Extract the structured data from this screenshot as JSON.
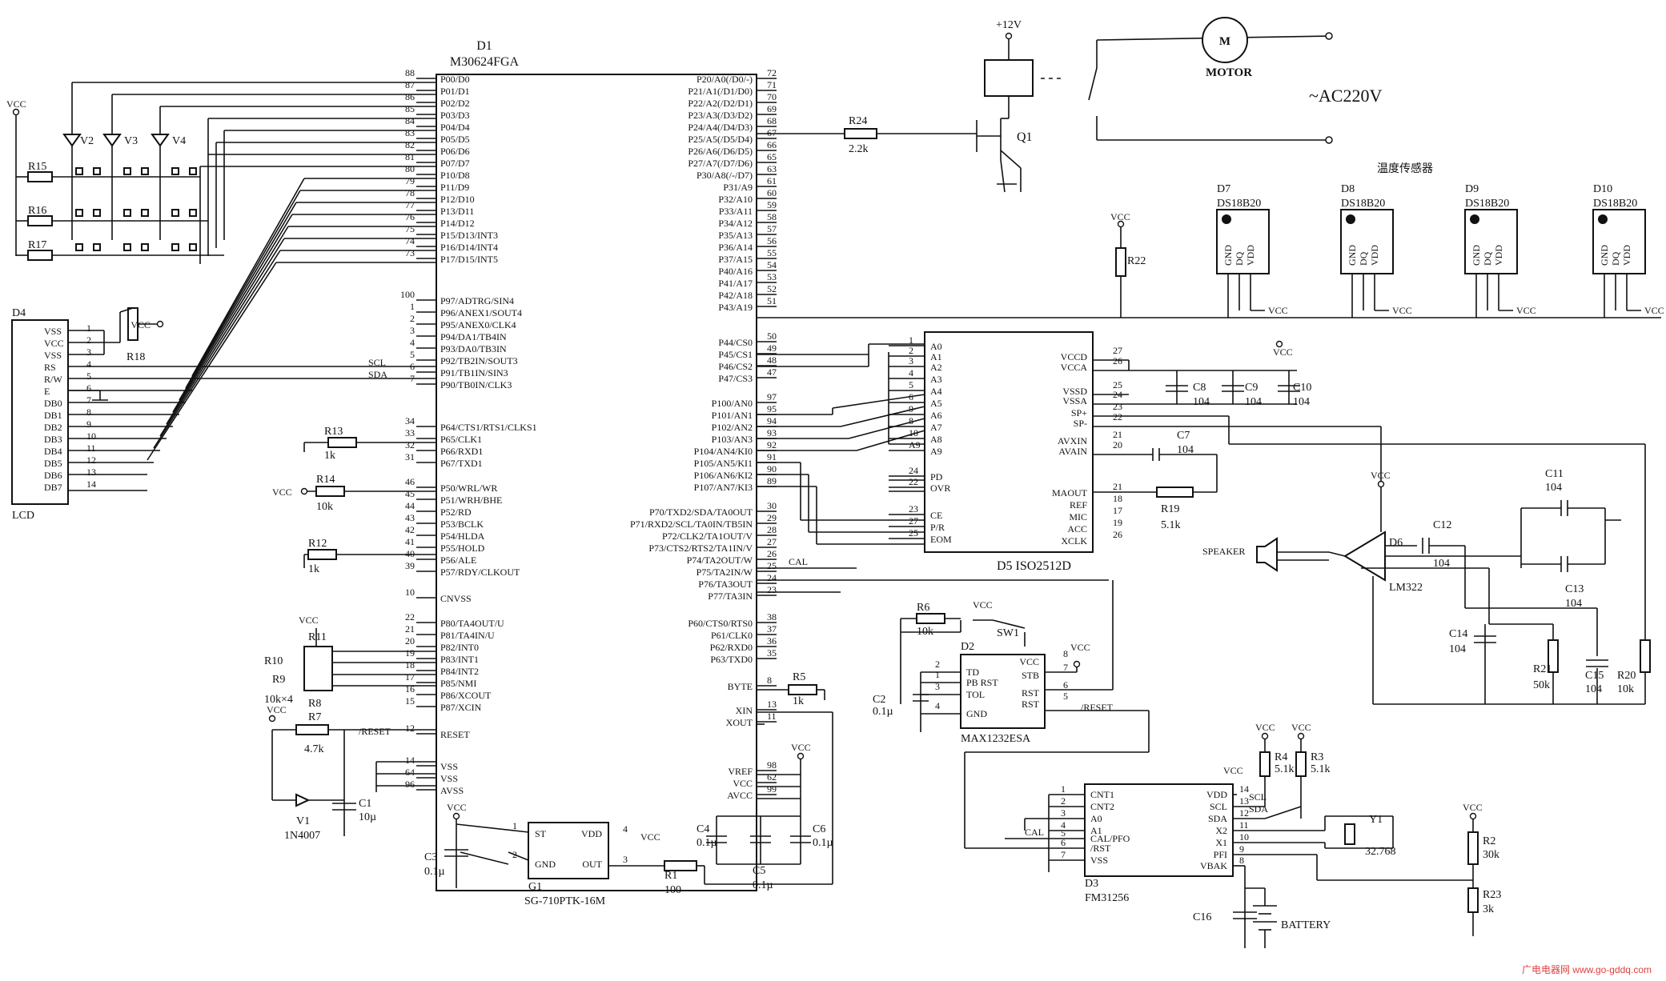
{
  "d1": {
    "ref": "D1",
    "part": "M30624FGA",
    "left_pins": [
      {
        "num": "88",
        "name": "P00/D0"
      },
      {
        "num": "87",
        "name": "P01/D1"
      },
      {
        "num": "86",
        "name": "P02/D2"
      },
      {
        "num": "85",
        "name": "P03/D3"
      },
      {
        "num": "84",
        "name": "P04/D4"
      },
      {
        "num": "83",
        "name": "P05/D5"
      },
      {
        "num": "82",
        "name": "P06/D6"
      },
      {
        "num": "81",
        "name": "P07/D7"
      },
      {
        "num": "80",
        "name": "P10/D8"
      },
      {
        "num": "79",
        "name": "P11/D9"
      },
      {
        "num": "78",
        "name": "P12/D10"
      },
      {
        "num": "77",
        "name": "P13/D11"
      },
      {
        "num": "76",
        "name": "P14/D12"
      },
      {
        "num": "75",
        "name": "P15/D13/INT3"
      },
      {
        "num": "74",
        "name": "P16/D14/INT4"
      },
      {
        "num": "73",
        "name": "P17/D15/INT5"
      },
      {
        "num": "100",
        "name": "P97/ADTRG/SIN4"
      },
      {
        "num": "1",
        "name": "P96/ANEX1/SOUT4"
      },
      {
        "num": "2",
        "name": "P95/ANEX0/CLK4"
      },
      {
        "num": "3",
        "name": "P94/DA1/TB4IN"
      },
      {
        "num": "4",
        "name": "P93/DA0/TB3IN"
      },
      {
        "num": "5",
        "name": "P92/TB2IN/SOUT3"
      },
      {
        "num": "6",
        "name": "P91/TB1IN/SIN3"
      },
      {
        "num": "7",
        "name": "P90/TB0IN/CLK3"
      },
      {
        "num": "34",
        "name": "P64/CTS1/RTS1/CLKS1"
      },
      {
        "num": "33",
        "name": "P65/CLK1"
      },
      {
        "num": "32",
        "name": "P66/RXD1"
      },
      {
        "num": "31",
        "name": "P67/TXD1"
      },
      {
        "num": "46",
        "name": "P50/WRL/WR"
      },
      {
        "num": "45",
        "name": "P51/WRH/BHE"
      },
      {
        "num": "44",
        "name": "P52/RD"
      },
      {
        "num": "43",
        "name": "P53/BCLK"
      },
      {
        "num": "42",
        "name": "P54/HLDA"
      },
      {
        "num": "41",
        "name": "P55/HOLD"
      },
      {
        "num": "40",
        "name": "P56/ALE"
      },
      {
        "num": "39",
        "name": "P57/RDY/CLKOUT"
      },
      {
        "num": "10",
        "name": "CNVSS"
      },
      {
        "num": "22",
        "name": "P80/TA4OUT/U"
      },
      {
        "num": "21",
        "name": "P81/TA4IN/U"
      },
      {
        "num": "20",
        "name": "P82/INT0"
      },
      {
        "num": "19",
        "name": "P83/INT1"
      },
      {
        "num": "18",
        "name": "P84/INT2"
      },
      {
        "num": "17",
        "name": "P85/NMI"
      },
      {
        "num": "16",
        "name": "P86/XCOUT"
      },
      {
        "num": "15",
        "name": "P87/XCIN"
      },
      {
        "num": "12",
        "name": "RESET"
      },
      {
        "num": "14",
        "name": "VSS"
      },
      {
        "num": "64",
        "name": "VSS"
      },
      {
        "num": "96",
        "name": "AVSS"
      }
    ],
    "right_pins": [
      {
        "num": "72",
        "name": "P20/A0(/D0/-)"
      },
      {
        "num": "71",
        "name": "P21/A1(/D1/D0)"
      },
      {
        "num": "70",
        "name": "P22/A2(/D2/D1)"
      },
      {
        "num": "69",
        "name": "P23/A3(/D3/D2)"
      },
      {
        "num": "68",
        "name": "P24/A4(/D4/D3)"
      },
      {
        "num": "67",
        "name": "P25/A5(/D5/D4)"
      },
      {
        "num": "66",
        "name": "P26/A6(/D6/D5)"
      },
      {
        "num": "65",
        "name": "P27/A7(/D7/D6)"
      },
      {
        "num": "63",
        "name": "P30/A8(/-/D7)"
      },
      {
        "num": "61",
        "name": "P31/A9"
      },
      {
        "num": "60",
        "name": "P32/A10"
      },
      {
        "num": "59",
        "name": "P33/A11"
      },
      {
        "num": "58",
        "name": "P34/A12"
      },
      {
        "num": "57",
        "name": "P35/A13"
      },
      {
        "num": "56",
        "name": "P36/A14"
      },
      {
        "num": "55",
        "name": "P37/A15"
      },
      {
        "num": "54",
        "name": "P40/A16"
      },
      {
        "num": "53",
        "name": "P41/A17"
      },
      {
        "num": "52",
        "name": "P42/A18"
      },
      {
        "num": "51",
        "name": "P43/A19"
      },
      {
        "num": "50",
        "name": "P44/CS0"
      },
      {
        "num": "49",
        "name": "P45/CS1"
      },
      {
        "num": "48",
        "name": "P46/CS2"
      },
      {
        "num": "47",
        "name": "P47/CS3"
      },
      {
        "num": "97",
        "name": "P100/AN0"
      },
      {
        "num": "95",
        "name": "P101/AN1"
      },
      {
        "num": "94",
        "name": "P102/AN2"
      },
      {
        "num": "93",
        "name": "P103/AN3"
      },
      {
        "num": "92",
        "name": "P104/AN4/KI0"
      },
      {
        "num": "91",
        "name": "P105/AN5/KI1"
      },
      {
        "num": "90",
        "name": "P106/AN6/KI2"
      },
      {
        "num": "89",
        "name": "P107/AN7/KI3"
      },
      {
        "num": "30",
        "name": "P70/TXD2/SDA/TA0OUT"
      },
      {
        "num": "29",
        "name": "P71/RXD2/SCL/TA0IN/TB5IN"
      },
      {
        "num": "28",
        "name": "P72/CLK2/TA1OUT/V"
      },
      {
        "num": "27",
        "name": "P73/CTS2/RTS2/TA1IN/V"
      },
      {
        "num": "26",
        "name": "P74/TA2OUT/W"
      },
      {
        "num": "25",
        "name": "P75/TA2IN/W"
      },
      {
        "num": "24",
        "name": "P76/TA3OUT"
      },
      {
        "num": "23",
        "name": "P77/TA3IN"
      },
      {
        "num": "38",
        "name": "P60/CTS0/RTS0"
      },
      {
        "num": "37",
        "name": "P61/CLK0"
      },
      {
        "num": "36",
        "name": "P62/RXD0"
      },
      {
        "num": "35",
        "name": "P63/TXD0"
      },
      {
        "num": "8",
        "name": "BYTE"
      },
      {
        "num": "13",
        "name": "XIN"
      },
      {
        "num": "11",
        "name": "XOUT"
      },
      {
        "num": "98",
        "name": "VREF"
      },
      {
        "num": "62",
        "name": "VCC"
      },
      {
        "num": "99",
        "name": "AVCC"
      }
    ]
  },
  "d5": {
    "ref": "D5",
    "part": "ISO2512D",
    "left_pins": [
      {
        "num": "1",
        "name": "A0"
      },
      {
        "num": "2",
        "name": "A1"
      },
      {
        "num": "3",
        "name": "A2"
      },
      {
        "num": "4",
        "name": "A3"
      },
      {
        "num": "5",
        "name": "A4"
      },
      {
        "num": "6",
        "name": "A5"
      },
      {
        "num": "9",
        "name": "A6"
      },
      {
        "num": "8",
        "name": "A7"
      },
      {
        "num": "10",
        "name": "A8"
      },
      {
        "num": "A9",
        "name": "A9"
      },
      {
        "num": "24",
        "name": "PD"
      },
      {
        "num": "22",
        "name": "OVR"
      },
      {
        "num": "23",
        "name": "CE"
      },
      {
        "num": "27",
        "name": "P/R"
      },
      {
        "num": "25",
        "name": "EOM"
      }
    ],
    "right_pins": [
      {
        "num": "27",
        "name": "VCCD"
      },
      {
        "num": "26",
        "name": "VCCA"
      },
      {
        "num": "25",
        "name": "VSSD"
      },
      {
        "num": "24",
        "name": "VSSA"
      },
      {
        "num": "23",
        "name": "SP+"
      },
      {
        "num": "22",
        "name": "SP-"
      },
      {
        "num": "21",
        "name": "AVXIN"
      },
      {
        "num": "20",
        "name": "AVAIN"
      },
      {
        "num": "21",
        "name": "MAOUT"
      },
      {
        "num": "18",
        "name": "REF"
      },
      {
        "num": "17",
        "name": "MIC"
      },
      {
        "num": "19",
        "name": "ACC"
      },
      {
        "num": "26",
        "name": "XCLK"
      }
    ]
  },
  "d4": {
    "ref": "D4",
    "label": "LCD",
    "pins": [
      {
        "num": "1",
        "name": "VSS"
      },
      {
        "num": "2",
        "name": "VCC"
      },
      {
        "num": "3",
        "name": "VSS"
      },
      {
        "num": "4",
        "name": "RS"
      },
      {
        "num": "5",
        "name": "R/W"
      },
      {
        "num": "6",
        "name": "E"
      },
      {
        "num": "7",
        "name": "DB0"
      },
      {
        "num": "8",
        "name": "DB1"
      },
      {
        "num": "9",
        "name": "DB2"
      },
      {
        "num": "10",
        "name": "DB3"
      },
      {
        "num": "11",
        "name": "DB4"
      },
      {
        "num": "12",
        "name": "DB5"
      },
      {
        "num": "13",
        "name": "DB6"
      },
      {
        "num": "14",
        "name": "DB7"
      }
    ]
  },
  "d2": {
    "ref": "D2",
    "part": "MAX1232ESA",
    "left_pins": [
      {
        "num": "2",
        "name": "TD"
      },
      {
        "num": "1",
        "name": "PB RST"
      },
      {
        "num": "3",
        "name": "TOL"
      },
      {
        "num": "4",
        "name": "GND"
      }
    ],
    "right_pins": [
      {
        "num": "8",
        "name": "VCC"
      },
      {
        "num": "7",
        "name": "STB"
      },
      {
        "num": "6",
        "name": "RST"
      },
      {
        "num": "5",
        "name": "RST"
      }
    ]
  },
  "d3": {
    "ref": "D3",
    "part": "FM31256",
    "left_pins": [
      {
        "num": "1",
        "name": "CNT1"
      },
      {
        "num": "2",
        "name": "CNT2"
      },
      {
        "num": "3",
        "name": "A0"
      },
      {
        "num": "4",
        "name": "A1"
      },
      {
        "num": "5",
        "name": "CAL/PFO"
      },
      {
        "num": "6",
        "name": "/RST"
      },
      {
        "num": "7",
        "name": "VSS"
      }
    ],
    "right_pins": [
      {
        "num": "14",
        "name": "VDD"
      },
      {
        "num": "13",
        "name": "SCL"
      },
      {
        "num": "12",
        "name": "SDA"
      },
      {
        "num": "11",
        "name": "X2"
      },
      {
        "num": "10",
        "name": "X1"
      },
      {
        "num": "9",
        "name": "PFI"
      },
      {
        "num": "8",
        "name": "VBAK"
      }
    ]
  },
  "g1": {
    "ref": "G1",
    "part": "SG-710PTK-16M",
    "pins": [
      {
        "num": "1",
        "name": "ST"
      },
      {
        "num": "2",
        "name": "GND"
      },
      {
        "num": "4",
        "name": "VDD"
      },
      {
        "num": "3",
        "name": "OUT"
      }
    ]
  },
  "sensors": {
    "title": "温度传感器",
    "items": [
      {
        "ref": "D7",
        "part": "DS18B20"
      },
      {
        "ref": "D8",
        "part": "DS18B20"
      },
      {
        "ref": "D9",
        "part": "DS18B20"
      },
      {
        "ref": "D10",
        "part": "DS18B20"
      }
    ],
    "pin_names": [
      "GND",
      "DQ",
      "VDD"
    ]
  },
  "d6": {
    "ref": "D6",
    "part": "LM322"
  },
  "motor": {
    "label": "M",
    "name": "MOTOR",
    "supply": "~AC220V",
    "rail": "+12V",
    "transistor": "Q1"
  },
  "labels": {
    "vcc": "VCC",
    "scl": "SCL",
    "sda": "SDA",
    "cal": "CAL",
    "reset": "/RESET",
    "speaker": "SPEAKER",
    "battery": "BATTERY",
    "lcd_net_vcc": "VCC"
  },
  "parts": {
    "R24": {
      "ref": "R24",
      "val": "2.2k"
    },
    "R22": {
      "ref": "R22"
    },
    "R15": {
      "ref": "R15"
    },
    "R16": {
      "ref": "R16"
    },
    "R17": {
      "ref": "R17"
    },
    "R18": {
      "ref": "R18"
    },
    "R13": {
      "ref": "R13",
      "val": "1k"
    },
    "R14": {
      "ref": "R14",
      "val": "10k"
    },
    "R12": {
      "ref": "R12",
      "val": "1k"
    },
    "R11": {
      "ref": "R11"
    },
    "R10": {
      "ref": "R10"
    },
    "R9": {
      "ref": "R9"
    },
    "R8": {
      "ref": "R8"
    },
    "rnet": {
      "val": "10k×4"
    },
    "R7": {
      "ref": "R7",
      "val": "4.7k"
    },
    "V1": {
      "ref": "V1",
      "val": "1N4007"
    },
    "C1": {
      "ref": "C1",
      "val": "10µ"
    },
    "R5": {
      "ref": "R5",
      "val": "1k"
    },
    "R6": {
      "ref": "R6",
      "val": "10k"
    },
    "SW1": {
      "ref": "SW1"
    },
    "C2": {
      "ref": "C2",
      "val": "0.1µ"
    },
    "C3": {
      "ref": "C3",
      "val": "0.1µ"
    },
    "R1": {
      "ref": "R1",
      "val": "100"
    },
    "C4": {
      "ref": "C4",
      "val": "0.1µ"
    },
    "C5": {
      "ref": "C5",
      "val": "0.1µ"
    },
    "C6": {
      "ref": "C6",
      "val": "0.1µ"
    },
    "C7": {
      "ref": "C7",
      "val": "104"
    },
    "C8": {
      "ref": "C8",
      "val": "104"
    },
    "C9": {
      "ref": "C9",
      "val": "104"
    },
    "C10": {
      "ref": "C10",
      "val": "104"
    },
    "R19": {
      "ref": "R19",
      "val": "5.1k"
    },
    "C11": {
      "ref": "C11",
      "val": "104"
    },
    "C12": {
      "ref": "C12",
      "val": "104"
    },
    "C13": {
      "ref": "C13",
      "val": "104"
    },
    "C14": {
      "ref": "C14",
      "val": "104"
    },
    "R21": {
      "ref": "R21",
      "val": "50k"
    },
    "C15": {
      "ref": "C15",
      "val": "104"
    },
    "R20": {
      "ref": "R20",
      "val": "10k"
    },
    "R4": {
      "ref": "R4",
      "val": "5.1k"
    },
    "R3": {
      "ref": "R3",
      "val": "5.1k"
    },
    "Y1": {
      "ref": "Y1",
      "val": "32.768"
    },
    "R2": {
      "ref": "R2",
      "val": "30k"
    },
    "R23": {
      "ref": "R23",
      "val": "3k"
    },
    "C16": {
      "ref": "C16"
    },
    "V2": {
      "ref": "V2"
    },
    "V3": {
      "ref": "V3"
    },
    "V4": {
      "ref": "V4"
    }
  },
  "watermark": "广电电器网 www.go-gddq.com"
}
